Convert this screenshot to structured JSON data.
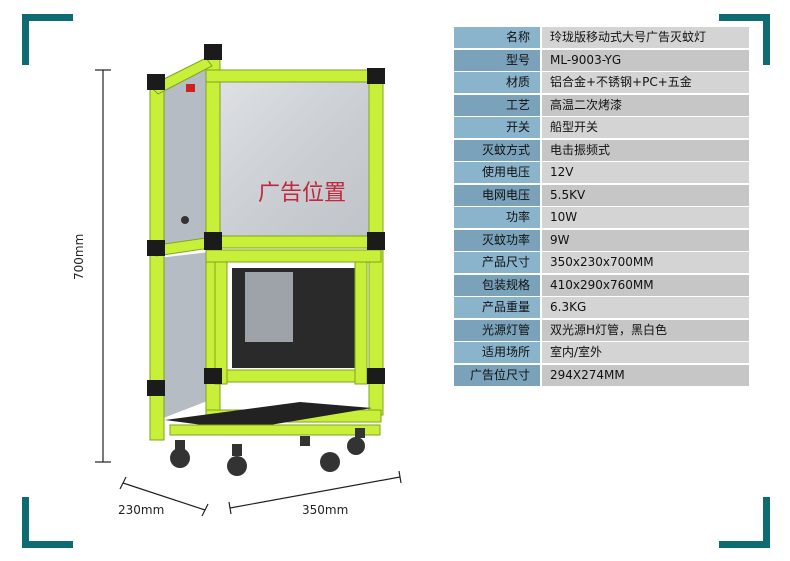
{
  "dimensions": {
    "height_label": "700mm",
    "depth_label": "230mm",
    "width_label": "350mm"
  },
  "product": {
    "ad_text": "广告位置"
  },
  "specs": [
    {
      "key": "名称",
      "value": "玲珑版移动式大号广告灭蚊灯"
    },
    {
      "key": "型号",
      "value": "ML-9003-YG"
    },
    {
      "key": "材质",
      "value": "铝合金+不锈钢+PC+五金"
    },
    {
      "key": "工艺",
      "value": "高温二次烤漆"
    },
    {
      "key": "开关",
      "value": "船型开关"
    },
    {
      "key": "灭蚊方式",
      "value": "电击振频式"
    },
    {
      "key": "使用电压",
      "value": "12V"
    },
    {
      "key": "电网电压",
      "value": "5.5KV"
    },
    {
      "key": "功率",
      "value": "10W"
    },
    {
      "key": "灭蚊功率",
      "value": "9W"
    },
    {
      "key": "产品尺寸",
      "value": "350x230x700MM"
    },
    {
      "key": "包装规格",
      "value": "410x290x760MM"
    },
    {
      "key": "产品重量",
      "value": "6.3KG"
    },
    {
      "key": "光源灯管",
      "value": "双光源H灯管，黑白色"
    },
    {
      "key": "适用场所",
      "value": "室内/室外"
    },
    {
      "key": "广告位尺寸",
      "value": "294X274MM"
    }
  ],
  "colors": {
    "frame": "#0f6b72",
    "lime": "#c8f03a",
    "panel": "#c9cdd2"
  }
}
